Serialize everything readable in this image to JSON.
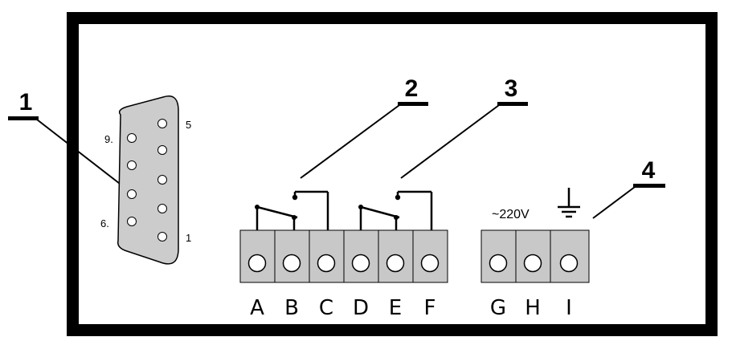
{
  "colors": {
    "frame": "#000000",
    "connector_fill": "#cccccc",
    "terminal_fill": "#c8c8c8",
    "line": "#000000"
  },
  "callouts": {
    "c1": "1",
    "c2": "2",
    "c3": "3",
    "c4": "4"
  },
  "db9_labels": {
    "pin9": "9.",
    "pin6": "6.",
    "pin5": "5",
    "pin1": "1"
  },
  "terminal_labels": [
    "A",
    "B",
    "C",
    "D",
    "E",
    "F",
    "G",
    "H",
    "I"
  ],
  "supply_label": "~220V",
  "icons": {
    "ground": "ground-icon"
  }
}
